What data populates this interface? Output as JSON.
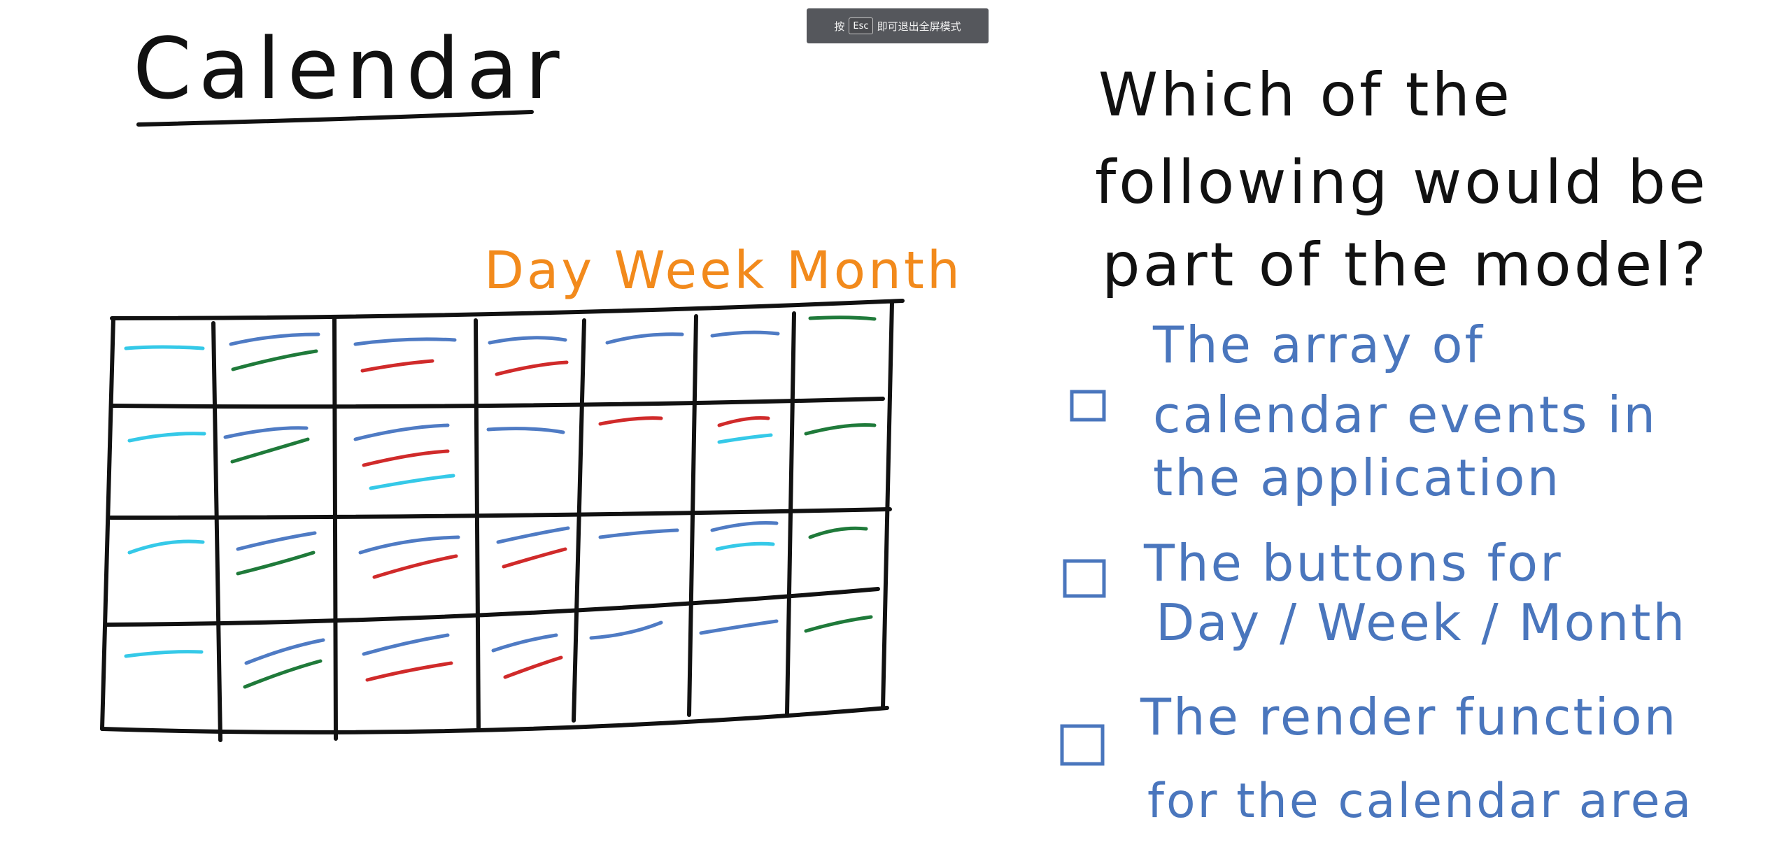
{
  "toast": {
    "prefix": "按",
    "key": "Esc",
    "suffix": "即可退出全屏模式"
  },
  "lesson": {
    "title": "Calendar",
    "view_buttons": "Day Week Month",
    "question": [
      "Which of the",
      "following would be",
      "part of the model?"
    ],
    "options": [
      {
        "lines": [
          "The array of",
          "calendar events in",
          "the application"
        ]
      },
      {
        "lines": [
          "The buttons for",
          "Day / Week / Month"
        ]
      },
      {
        "lines": [
          "The render function",
          "for the calendar area"
        ]
      }
    ]
  },
  "colors": {
    "ink": "#111111",
    "orange": "#f28a1c",
    "blue": "#4f7bc4",
    "cyan": "#35c9e8",
    "green": "#1f7a3a",
    "red": "#d02a2a",
    "option_ink": "#4a76bd"
  }
}
